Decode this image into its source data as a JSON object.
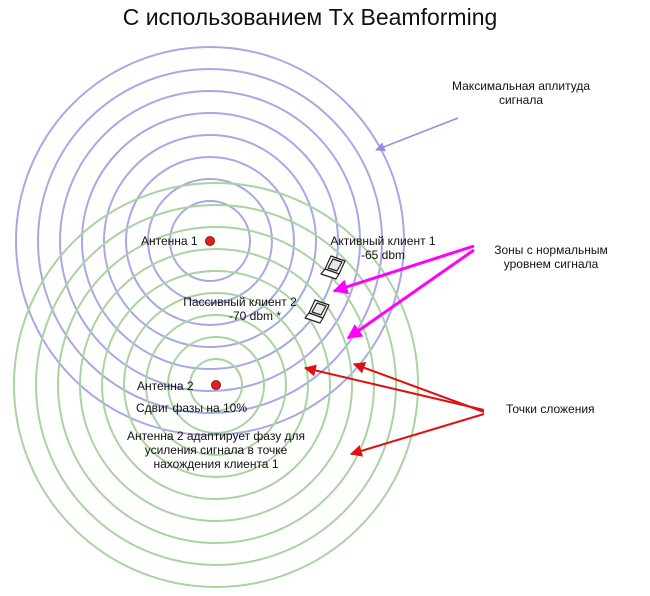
{
  "title": "С использованием Tx Beamforming",
  "antenna1": {
    "label": "Антенна 1"
  },
  "antenna2": {
    "label": "Антенна 2",
    "phase_shift": "Сдвиг фазы на 10%"
  },
  "adapt_note": [
    "Антенна 2 адаптирует фазу для",
    "усиления сигнала в точке",
    "нахождения клиента 1"
  ],
  "client_active": {
    "label": "Активный клиент 1",
    "signal": "-65 dbm"
  },
  "client_passive": {
    "label": "Пассивный клиент 2",
    "signal": "-70 dbm *"
  },
  "max_amplitude": [
    "Максимальная аплитуда",
    "сигнала"
  ],
  "normal_zones": [
    "Зоны с нормальным",
    "уровнем сигнала"
  ],
  "addition_points": "Точки сложения",
  "icons": {
    "laptop": "laptop-icon",
    "antenna": "antenna-dot-icon"
  },
  "colors": {
    "antenna1_rings": "#a8a8e6",
    "antenna2_rings": "#a9d4a2",
    "antenna_dot": "#e02020",
    "magenta_arrows": "#ff00ff",
    "red_arrows": "#e01010",
    "blue_arrow": "#8f8fe0"
  }
}
